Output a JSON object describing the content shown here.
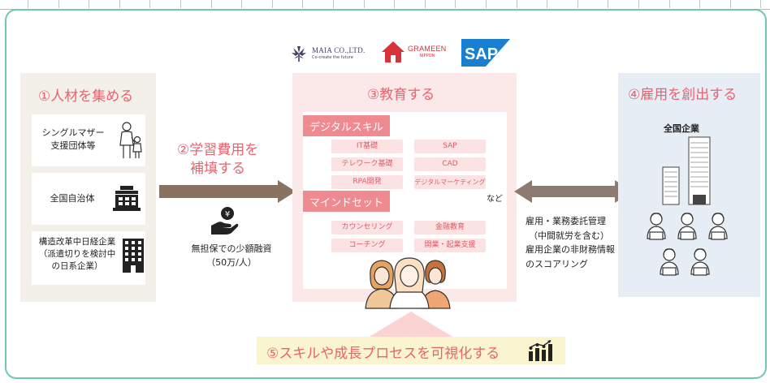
{
  "logos": {
    "maia": {
      "name": "MAIA CO.,LTD.",
      "tagline": "Co-create the future",
      "color": "#4a3b66"
    },
    "grameen": {
      "name": "GRAMEEN",
      "sub": "NIPPON",
      "color": "#d6333a"
    },
    "sap": {
      "name": "SAP",
      "color": "#1b7fd1"
    }
  },
  "step1": {
    "title": "①人材を集める",
    "cards": [
      {
        "label": "シングルマザー\n支援団体等",
        "icon": "mother-child-icon"
      },
      {
        "label": "全国自治体",
        "icon": "city-hall-icon"
      },
      {
        "label": "構造改革中日経企業\n（派遣切りを検討中\nの日系企業）",
        "icon": "office-building-icon"
      }
    ]
  },
  "step2": {
    "title_line1": "②学習費用を",
    "title_line2": "補填する",
    "loan_line1": "無担保での少額融資",
    "loan_line2": "（50万/人）",
    "icon": "yen-coin-hand-icon"
  },
  "step3": {
    "title": "③教育する",
    "digital": {
      "banner": "デジタルスキル",
      "pills": [
        "IT基礎",
        "SAP",
        "テレワーク基礎",
        "CAD",
        "RPA開発",
        "デジタルマーケティング"
      ]
    },
    "mindset": {
      "banner": "マインドセット",
      "pills": [
        "カウンセリング",
        "金融教育",
        "コーチング",
        "開業・起業支援"
      ]
    },
    "etc": "など",
    "icon": "women-group-icon"
  },
  "step4": {
    "title": "④雇用を創出する",
    "corp_label": "全国企業",
    "mgmt_lines": [
      "雇用・業務委託管理",
      "（中間就労を含む）",
      "雇用企業の非財務情報",
      "のスコアリング"
    ],
    "icons": [
      "skyscraper-icon",
      "office-worker-icon"
    ]
  },
  "step5": {
    "title": "⑤スキルや成長プロセスを可視化する",
    "icon": "growth-chart-icon"
  },
  "colors": {
    "accent": "#e8636f",
    "frame": "#6fc7b4",
    "arrow": "#8a7263",
    "double_arrow": "#8d7a70",
    "panel_beige": "#f3efe9",
    "panel_pink": "#fbe8e8",
    "panel_blue": "#e7edf5",
    "banner_pink": "#f08a91",
    "step5_bg": "#fbf5cf"
  }
}
